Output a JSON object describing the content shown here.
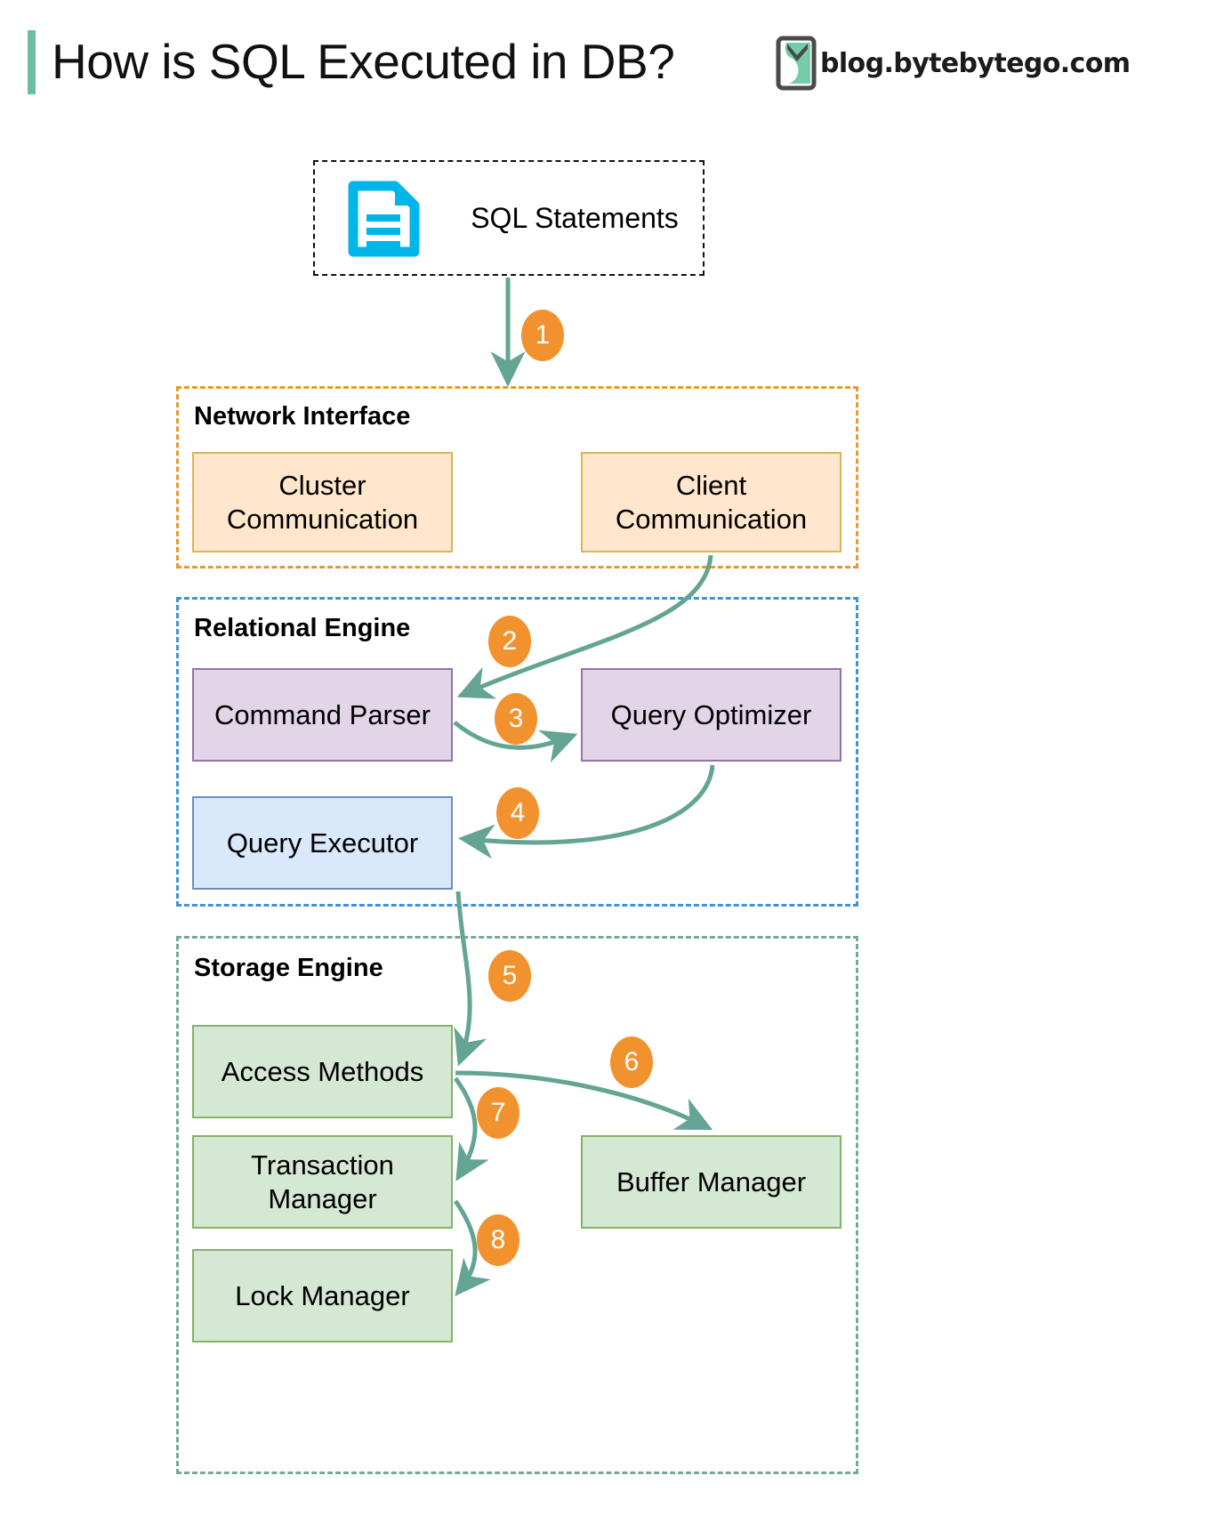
{
  "header": {
    "title": "How is SQL Executed in DB?",
    "brand_text": "blog.bytebytego.com",
    "brand_logo_icon": "bytebytego-logo-icon",
    "accent_color": "#6BBFA0"
  },
  "input": {
    "label": "SQL Statements",
    "icon": "document-lines-icon",
    "icon_color": "#00B5E8",
    "border_style": "dashed",
    "border_color": "#111111"
  },
  "groups": [
    {
      "id": "network-interface",
      "title": "Network Interface",
      "border_color": "#E8982F",
      "nodes": [
        {
          "id": "cluster-communication",
          "label": "Cluster Communication",
          "fill": "#FFE6CC",
          "stroke": "#D6B656"
        },
        {
          "id": "client-communication",
          "label": "Client Communication",
          "fill": "#FFE6CC",
          "stroke": "#D6B656"
        }
      ]
    },
    {
      "id": "relational-engine",
      "title": "Relational Engine",
      "border_color": "#3E92DE",
      "nodes": [
        {
          "id": "command-parser",
          "label": "Command Parser",
          "fill": "#E1D5E7",
          "stroke": "#9673A6"
        },
        {
          "id": "query-optimizer",
          "label": "Query Optimizer",
          "fill": "#E1D5E7",
          "stroke": "#9673A6"
        },
        {
          "id": "query-executor",
          "label": "Query Executor",
          "fill": "#DAE8FC",
          "stroke": "#6C8EBF"
        }
      ]
    },
    {
      "id": "storage-engine",
      "title": "Storage Engine",
      "border_color": "#75A99B",
      "nodes": [
        {
          "id": "access-methods",
          "label": "Access Methods",
          "fill": "#D5E8D4",
          "stroke": "#82B366"
        },
        {
          "id": "transaction-manager",
          "label": "Transaction Manager",
          "fill": "#D5E8D4",
          "stroke": "#82B366"
        },
        {
          "id": "lock-manager",
          "label": "Lock Manager",
          "fill": "#D5E8D4",
          "stroke": "#82B366"
        },
        {
          "id": "buffer-manager",
          "label": "Buffer Manager",
          "fill": "#D5E8D4",
          "stroke": "#82B366"
        }
      ]
    }
  ],
  "steps": [
    {
      "number": "1",
      "from": "SQL Statements",
      "to": "Network Interface"
    },
    {
      "number": "2",
      "from": "Client Communication",
      "to": "Command Parser"
    },
    {
      "number": "3",
      "from": "Command Parser",
      "to": "Query Optimizer"
    },
    {
      "number": "4",
      "from": "Query Optimizer",
      "to": "Query Executor"
    },
    {
      "number": "5",
      "from": "Query Executor",
      "to": "Access Methods"
    },
    {
      "number": "6",
      "from": "Access Methods",
      "to": "Buffer Manager"
    },
    {
      "number": "7",
      "from": "Access Methods",
      "to": "Transaction Manager"
    },
    {
      "number": "8",
      "from": "Transaction Manager",
      "to": "Lock Manager"
    }
  ],
  "arrow_color": "#63A493",
  "badge_color": "#F2922E"
}
